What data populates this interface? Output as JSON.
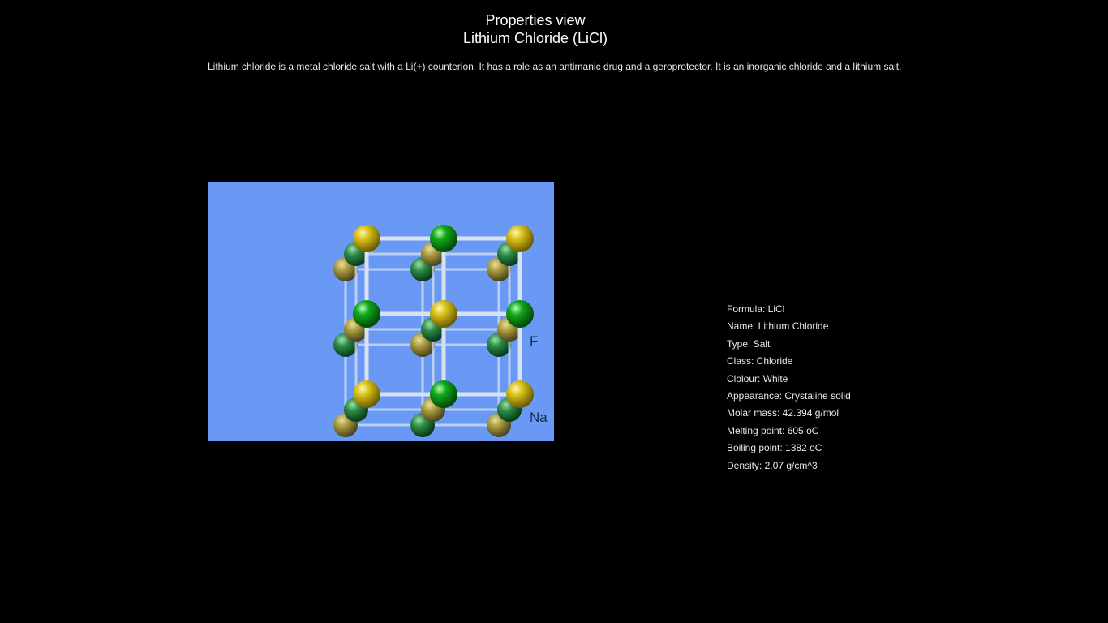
{
  "header": {
    "view_title": "Properties view",
    "compound_title": "Lithium Chloride (LiCl)"
  },
  "description": "Lithium chloride is a metal chloride salt with a Li(+) counterion. It has a role as an antimanic drug and a geroprotector. It is an inorganic chloride and a lithium salt.",
  "model": {
    "background": "#6a98f5",
    "atom_colors": {
      "yellow": "#c9b40f",
      "green": "#0a9a12",
      "bond": "#d8e2ee"
    },
    "labels": {
      "upper": "F",
      "lower": "Na"
    }
  },
  "properties": [
    "Formula: LiCl",
    "Name: Lithium Chloride",
    "Type: Salt",
    "Class: Chloride",
    "Clolour: White",
    "Appearance: Crystaline solid",
    "Molar mass: 42.394 g/mol",
    "Melting point: 605 oC",
    "Boiling point: 1382 oC",
    "Density: 2.07 g/cm^3"
  ]
}
